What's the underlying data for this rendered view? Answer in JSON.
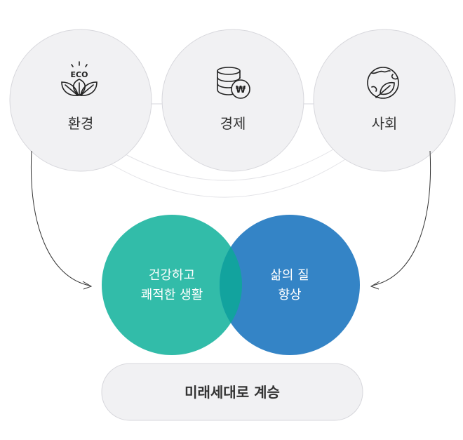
{
  "pillars": [
    {
      "label": "환경",
      "icon": "eco-leaves-icon",
      "icon_text": "ECO"
    },
    {
      "label": "경제",
      "icon": "coins-won-icon",
      "icon_text": "₩"
    },
    {
      "label": "사회",
      "icon": "globe-leaf-icon"
    }
  ],
  "venn": {
    "left": {
      "line1": "건강하고",
      "line2": "쾌적한 생활",
      "color": "#32bca9"
    },
    "right": {
      "line1": "삶의 질",
      "line2": "향상",
      "color": "#3484c6"
    },
    "overlap_color": "#12a39e"
  },
  "bottom": {
    "label": "미래세대로 계승"
  },
  "colors": {
    "circle_fill": "#f1f1f3",
    "circle_stroke": "#d7d7dc",
    "line": "#333333",
    "text": "#333333"
  }
}
